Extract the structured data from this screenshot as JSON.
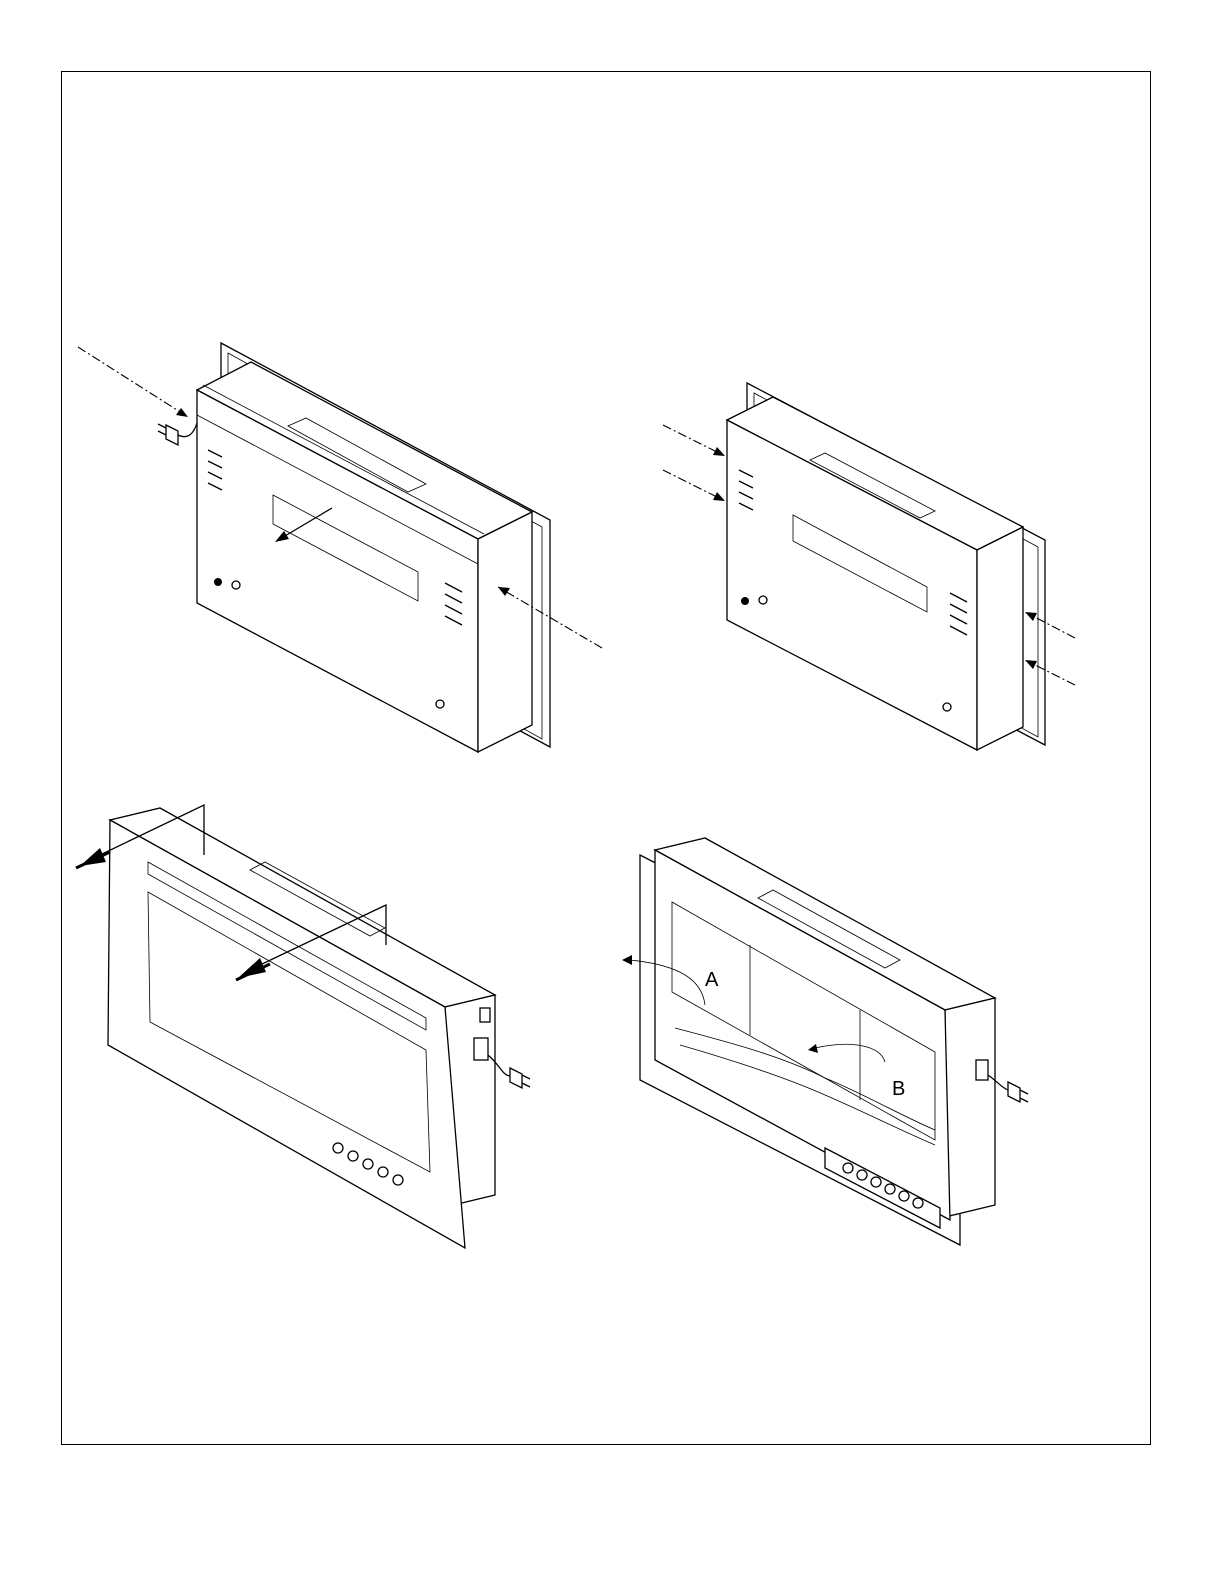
{
  "figures": [
    {
      "id": "rear-view-step-1",
      "labels": []
    },
    {
      "id": "rear-view-step-2",
      "labels": []
    },
    {
      "id": "front-view-glass-removal",
      "labels": []
    },
    {
      "id": "front-view-interior",
      "labels": [
        "A",
        "B"
      ]
    }
  ],
  "callouts": {
    "a": "A",
    "b": "B"
  },
  "colors": {
    "line": "#000000",
    "background": "#ffffff"
  }
}
